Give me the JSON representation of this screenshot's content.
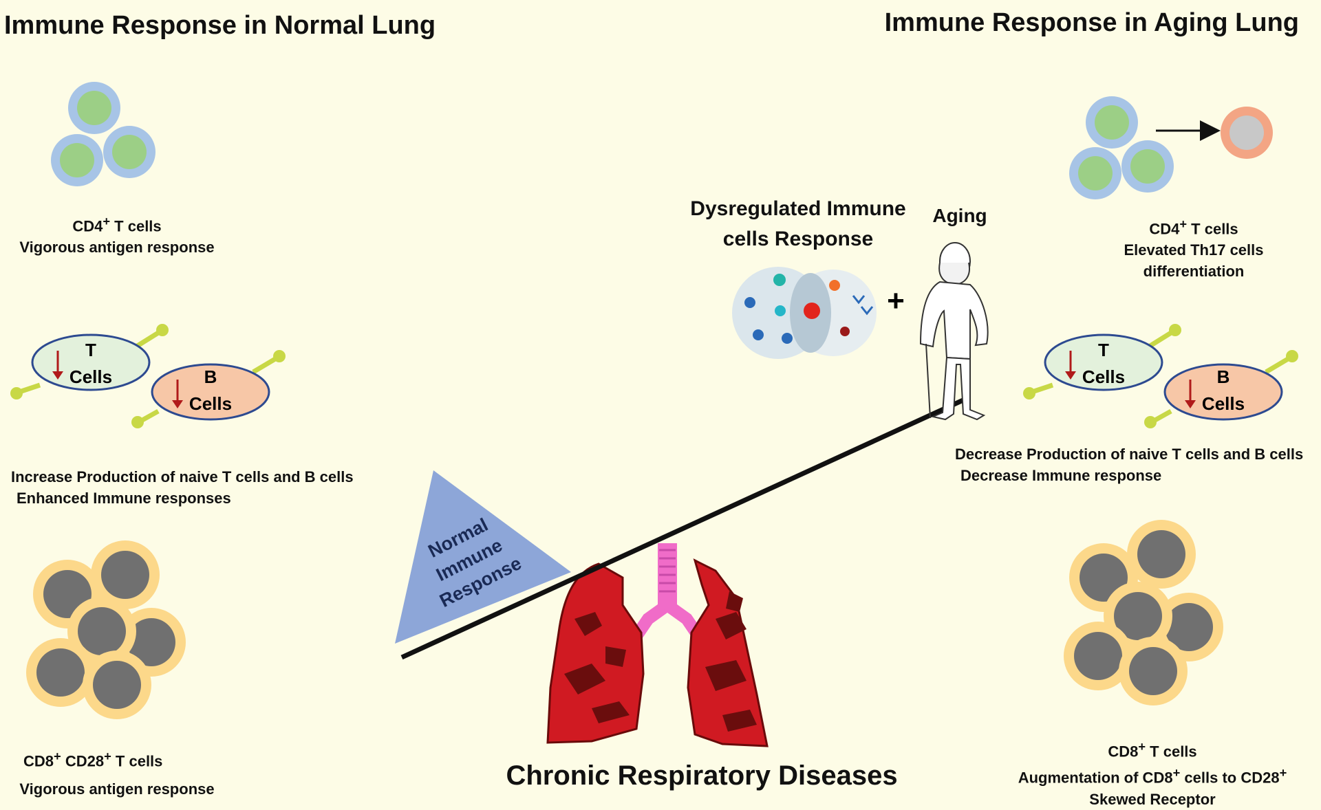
{
  "left": {
    "title": "Immune Response in Normal Lung",
    "cd4": {
      "name": "CD4",
      "sup": "+",
      "rest": " T cells",
      "line2": "Vigorous antigen response"
    },
    "tb": {
      "t_letter": "T",
      "b_letter": "B",
      "cells_word": "Cells",
      "line1": "Increase Production of naive T cells and B cells",
      "line2": "Enhanced Immune responses"
    },
    "cd8": {
      "name": "CD8",
      "sup1": "+",
      "mid": " CD28",
      "sup2": "+",
      "rest": " T cells",
      "line2": "Vigorous antigen response"
    }
  },
  "right": {
    "title": "Immune Response in Aging Lung",
    "cd4": {
      "name": "CD4",
      "sup": "+",
      "rest": " T cells",
      "line2": "Elevated Th17 cells",
      "line3": "differentiation"
    },
    "tb": {
      "t_letter": "T",
      "b_letter": "B",
      "cells_word": "Cells",
      "line1": "Decrease Production of naive T cells and B cells",
      "line2": "Decrease Immune response"
    },
    "cd8": {
      "name": "CD8",
      "sup": "+",
      "rest": " T cells",
      "line2a": "Augmentation of CD8",
      "line2sup1": "+",
      "line2b": " cells to CD28",
      "line2sup2": "+",
      "line3": "Skewed Receptor"
    }
  },
  "center": {
    "dysregulated_line1": "Dysregulated Immune",
    "dysregulated_line2": "cells Response",
    "aging": "Aging",
    "plus": "+",
    "triangle_line1": "Normal",
    "triangle_line2": "Immune",
    "triangle_line3": "Response",
    "bottom_title": "Chronic Respiratory Diseases"
  },
  "colors": {
    "background": "#fdfce6",
    "cd4_outer": "#a7c4e6",
    "cd4_inner": "#9ccf86",
    "cd8_outer": "#fcd88a",
    "cd8_inner": "#707070",
    "t_cell_fill": "#e3f1dc",
    "b_cell_fill": "#f7c7a7",
    "receptor": "#c8d846",
    "down_arrow": "#b01a1a",
    "triangle": "#8da6d8",
    "lung_red": "#d01a22",
    "trachea_pink": "#f06cc8",
    "th17_outer": "#f3a584",
    "th17_inner": "#c8c8c8"
  }
}
